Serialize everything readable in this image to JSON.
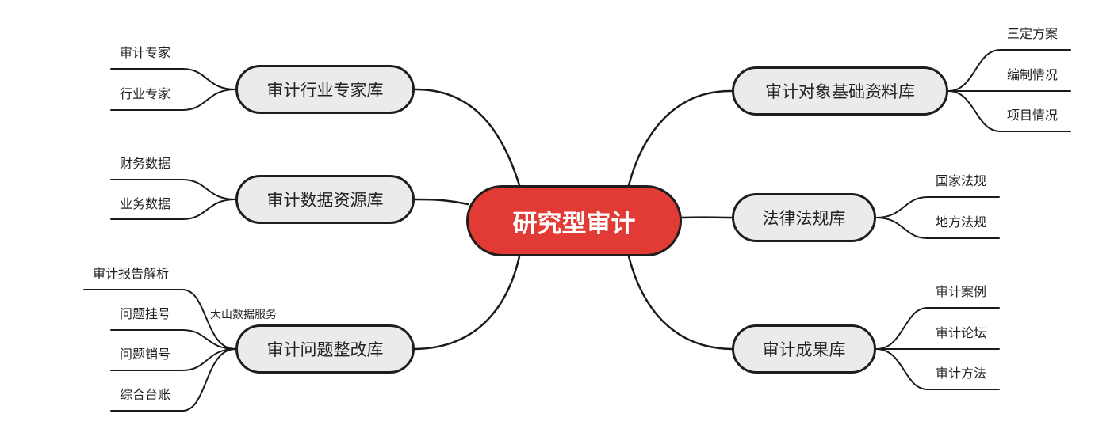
{
  "center": {
    "label": "研究型审计"
  },
  "left_branches": [
    {
      "label": "审计行业专家库",
      "leaves": [
        "审计专家",
        "行业专家"
      ]
    },
    {
      "label": "审计数据资源库",
      "leaves": [
        "财务数据",
        "业务数据"
      ]
    },
    {
      "label": "审计问题整改库",
      "leaves": [
        "审计报告解析",
        "问题挂号",
        "问题销号",
        "综合台账"
      ],
      "note": "大山数据服务"
    }
  ],
  "right_branches": [
    {
      "label": "审计对象基础资料库",
      "leaves": [
        "三定方案",
        "编制情况",
        "项目情况"
      ]
    },
    {
      "label": "法律法规库",
      "leaves": [
        "国家法规",
        "地方法规"
      ]
    },
    {
      "label": "审计成果库",
      "leaves": [
        "审计案例",
        "审计论坛",
        "审计方法"
      ]
    }
  ],
  "colors": {
    "center_fill": "#e23a35",
    "node_fill": "#ebebeb",
    "line": "#1a1a1a"
  }
}
